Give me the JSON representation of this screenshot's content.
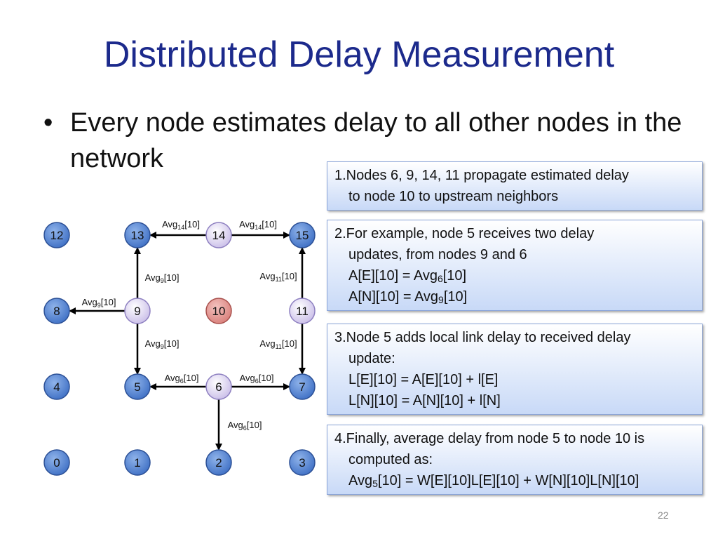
{
  "title": "Distributed Delay Measurement",
  "bullet": "Every node estimates delay to all other nodes in the network",
  "page_number": "22",
  "colors": {
    "title": "#1c2a8c",
    "node_blue": "#4f83d4",
    "node_purple": "#d9d0f0",
    "node_red": "#e79a96",
    "box_border": "#8aa4d8"
  },
  "nodes": [
    {
      "id": "12",
      "style": "blue"
    },
    {
      "id": "13",
      "style": "blue"
    },
    {
      "id": "14",
      "style": "purple"
    },
    {
      "id": "15",
      "style": "blue"
    },
    {
      "id": "8",
      "style": "blue"
    },
    {
      "id": "9",
      "style": "purple"
    },
    {
      "id": "10",
      "style": "red"
    },
    {
      "id": "11",
      "style": "purple"
    },
    {
      "id": "4",
      "style": "blue"
    },
    {
      "id": "5",
      "style": "blue"
    },
    {
      "id": "6",
      "style": "purple"
    },
    {
      "id": "7",
      "style": "blue"
    },
    {
      "id": "0",
      "style": "blue"
    },
    {
      "id": "1",
      "style": "blue"
    },
    {
      "id": "2",
      "style": "blue"
    },
    {
      "id": "3",
      "style": "blue"
    }
  ],
  "edges": [
    {
      "from": "14",
      "to": "13",
      "label_base": "Avg",
      "label_sub": "14",
      "label_rest": "[10]"
    },
    {
      "from": "14",
      "to": "15",
      "label_base": "Avg",
      "label_sub": "14",
      "label_rest": "[10]"
    },
    {
      "from": "9",
      "to": "13",
      "label_base": "Avg",
      "label_sub": "9",
      "label_rest": "[10]"
    },
    {
      "from": "9",
      "to": "8",
      "label_base": "Avg",
      "label_sub": "9",
      "label_rest": "[10]"
    },
    {
      "from": "9",
      "to": "5",
      "label_base": "Avg",
      "label_sub": "9",
      "label_rest": "[10]"
    },
    {
      "from": "11",
      "to": "15",
      "label_base": "Avg",
      "label_sub": "11",
      "label_rest": "[10]"
    },
    {
      "from": "11",
      "to": "7",
      "label_base": "Avg",
      "label_sub": "11",
      "label_rest": "[10]"
    },
    {
      "from": "6",
      "to": "5",
      "label_base": "Avg",
      "label_sub": "6",
      "label_rest": "[10]"
    },
    {
      "from": "6",
      "to": "7",
      "label_base": "Avg",
      "label_sub": "6",
      "label_rest": "[10]"
    },
    {
      "from": "6",
      "to": "2",
      "label_base": "Avg",
      "label_sub": "6",
      "label_rest": "[10]"
    }
  ],
  "boxes": [
    {
      "lines": [
        {
          "text": "1.Nodes 6, 9, 14, 11 propagate estimated delay"
        },
        {
          "text": "to node 10 to upstream neighbors",
          "indent": true
        }
      ]
    },
    {
      "lines": [
        {
          "text": "2.For example, node 5 receives two delay"
        },
        {
          "text": "updates, from nodes 9 and 6",
          "indent": true
        },
        {
          "pre": "A[E][10] = Avg",
          "sub": "6",
          "post": "[10]",
          "indent": true
        },
        {
          "pre": "A[N][10] = Avg",
          "sub": "9",
          "post": "[10]",
          "indent": true
        }
      ]
    },
    {
      "lines": [
        {
          "text": "3.Node 5 adds local link delay to received delay"
        },
        {
          "text": "update:",
          "indent": true
        },
        {
          "text": "L[E][10] = A[E][10] + l[E]",
          "indent": true
        },
        {
          "text": "L[N][10] = A[N][10] + l[N]",
          "indent": true
        }
      ]
    },
    {
      "lines": [
        {
          "text": "4.Finally, average delay from node 5 to node 10 is"
        },
        {
          "text": "computed as:",
          "indent": true
        },
        {
          "pre": "Avg",
          "sub": "5",
          "post": "[10] = W[E][10]L[E][10] + W[N][10]L[N][10]",
          "indent": true
        }
      ]
    }
  ]
}
